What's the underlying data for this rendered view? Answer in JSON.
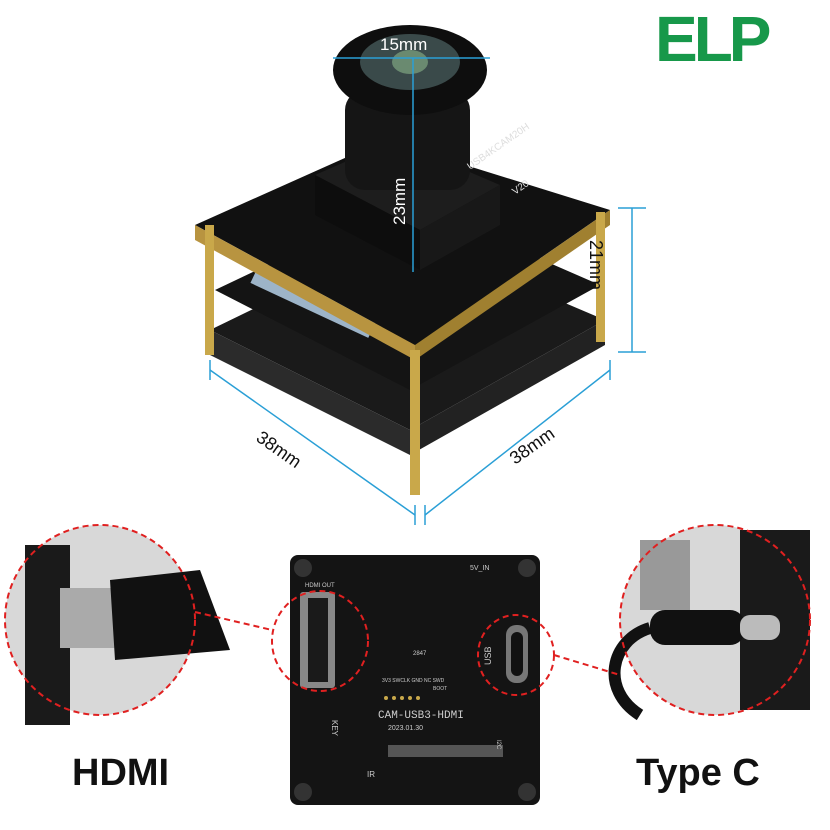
{
  "logo": {
    "text": "ELP",
    "color": "#17984a"
  },
  "dimensions": {
    "lens_diameter": "15mm",
    "lens_height": "23mm",
    "stack_height": "21mm",
    "width_left": "38mm",
    "width_right": "38mm",
    "line_color": "#2a9fd6"
  },
  "top_board": {
    "silkscreen": "USB4KCAM20H",
    "version": "V20"
  },
  "bottom_board": {
    "model": "CAM-USB3-HDMI",
    "date": "2023.01.30",
    "usb_label": "USB",
    "power_label": "5V_IN",
    "hdmi_label": "HDMI OUT",
    "key_label": "KEY",
    "ir_label": "IR",
    "i2c_label": "I2C",
    "code": "2847",
    "header_labels": "3V3 SWCLK GND NC SWD",
    "boot_label": "BOOT"
  },
  "callouts": {
    "left": "HDMI",
    "right": "Type C",
    "highlight_color": "#e02020"
  }
}
